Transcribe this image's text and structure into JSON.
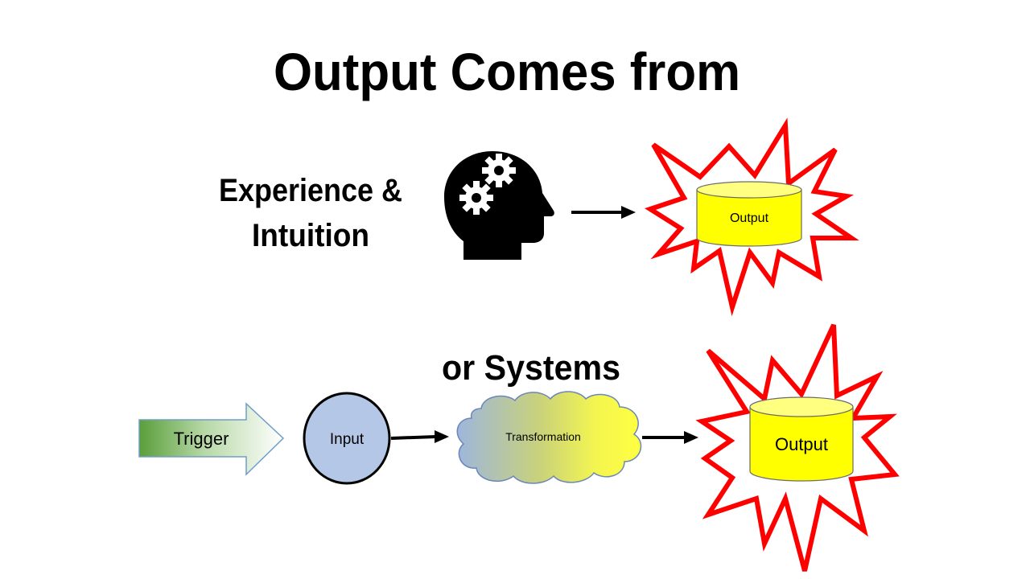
{
  "slide": {
    "title": "Output Comes from",
    "experience": {
      "line1": "Experience &",
      "line2": "Intuition",
      "icon": "head-gears-icon",
      "output_label": "Output"
    },
    "systems": {
      "heading": "or Systems",
      "trigger_label": "Trigger",
      "input_label": "Input",
      "transformation_label": "Transformation",
      "output_label": "Output"
    }
  },
  "colors": {
    "burst_stroke": "#ff0000",
    "cylinder_fill": "#ffff00",
    "input_fill": "#b4c7e7",
    "trigger_green": "#5a9e3a",
    "cloud_blue": "#9eb6dd",
    "cloud_yellow": "#ffff40",
    "text": "#000000"
  }
}
